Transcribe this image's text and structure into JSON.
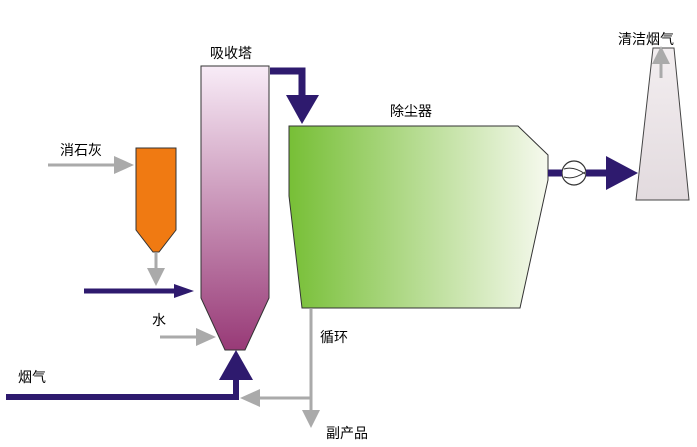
{
  "labels": {
    "absorber": "吸收塔",
    "dust_collector": "除尘器",
    "clean_gas": "清洁烟气",
    "slaked_lime": "消石灰",
    "water": "水",
    "flue_gas": "烟气",
    "recycle": "循环",
    "byproduct": "副产品"
  },
  "colors": {
    "main_flow": "#2e1a6e",
    "aux_flow": "#aaaaaa",
    "hopper": "#f07a12",
    "tower_top": "#f5e6f4",
    "tower_bottom": "#9a3c78",
    "dust_left": "#7cc13a",
    "dust_right": "#f4f8ec",
    "stack": "#e6dfe2"
  }
}
